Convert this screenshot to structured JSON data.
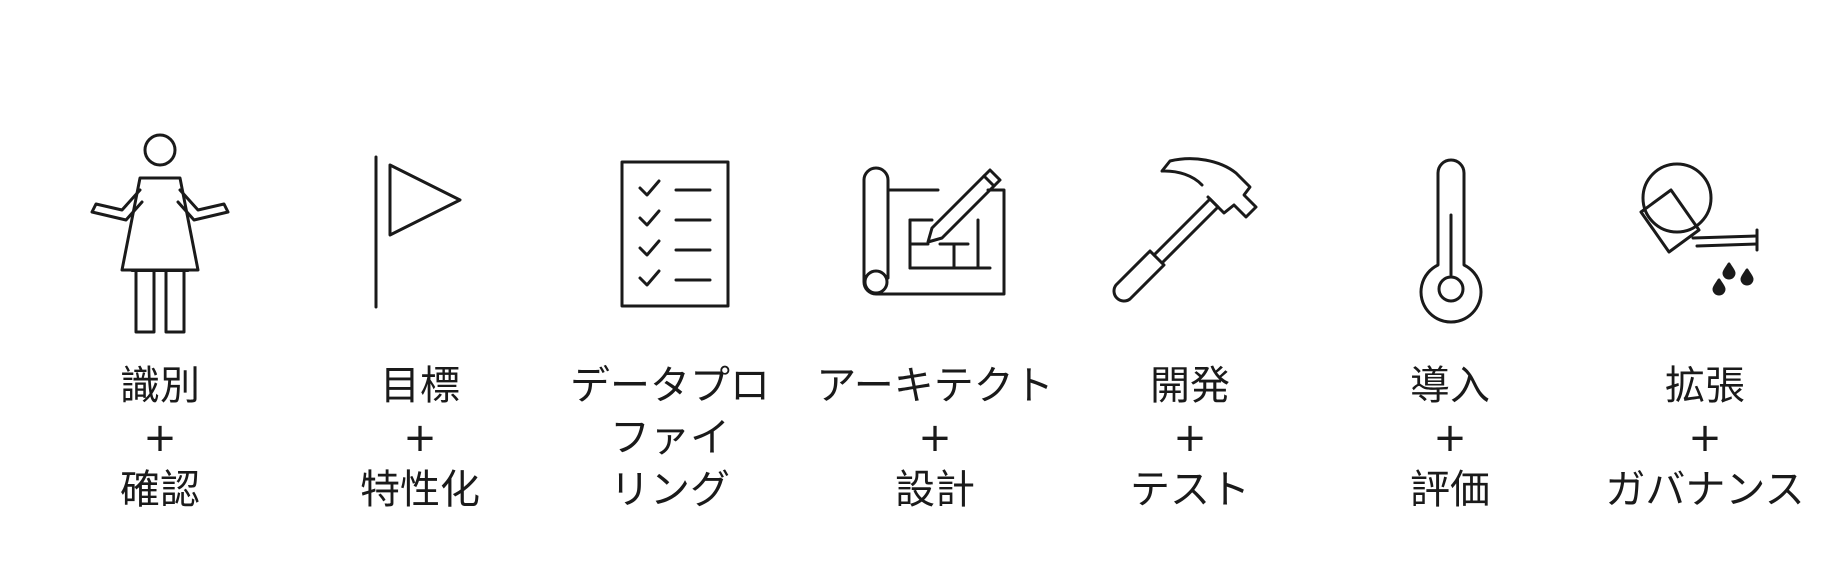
{
  "steps": [
    {
      "icon": "person-shrugging-icon",
      "lines": [
        "識別",
        "+",
        "確認"
      ]
    },
    {
      "icon": "flag-icon",
      "lines": [
        "目標",
        "+",
        "特性化"
      ]
    },
    {
      "icon": "checklist-icon",
      "lines": [
        "データプロ",
        "ファイ",
        "リング"
      ]
    },
    {
      "icon": "blueprint-pencil-icon",
      "lines": [
        "アーキテクト",
        "+",
        "設計"
      ]
    },
    {
      "icon": "hammer-icon",
      "lines": [
        "開発",
        "+",
        "テスト"
      ]
    },
    {
      "icon": "thermometer-icon",
      "lines": [
        "導入",
        "+",
        "評価"
      ]
    },
    {
      "icon": "watering-can-icon",
      "lines": [
        "拡張",
        "+",
        "ガバナンス"
      ]
    }
  ],
  "colors": {
    "stroke": "#1a1a1a",
    "background": "#ffffff"
  }
}
